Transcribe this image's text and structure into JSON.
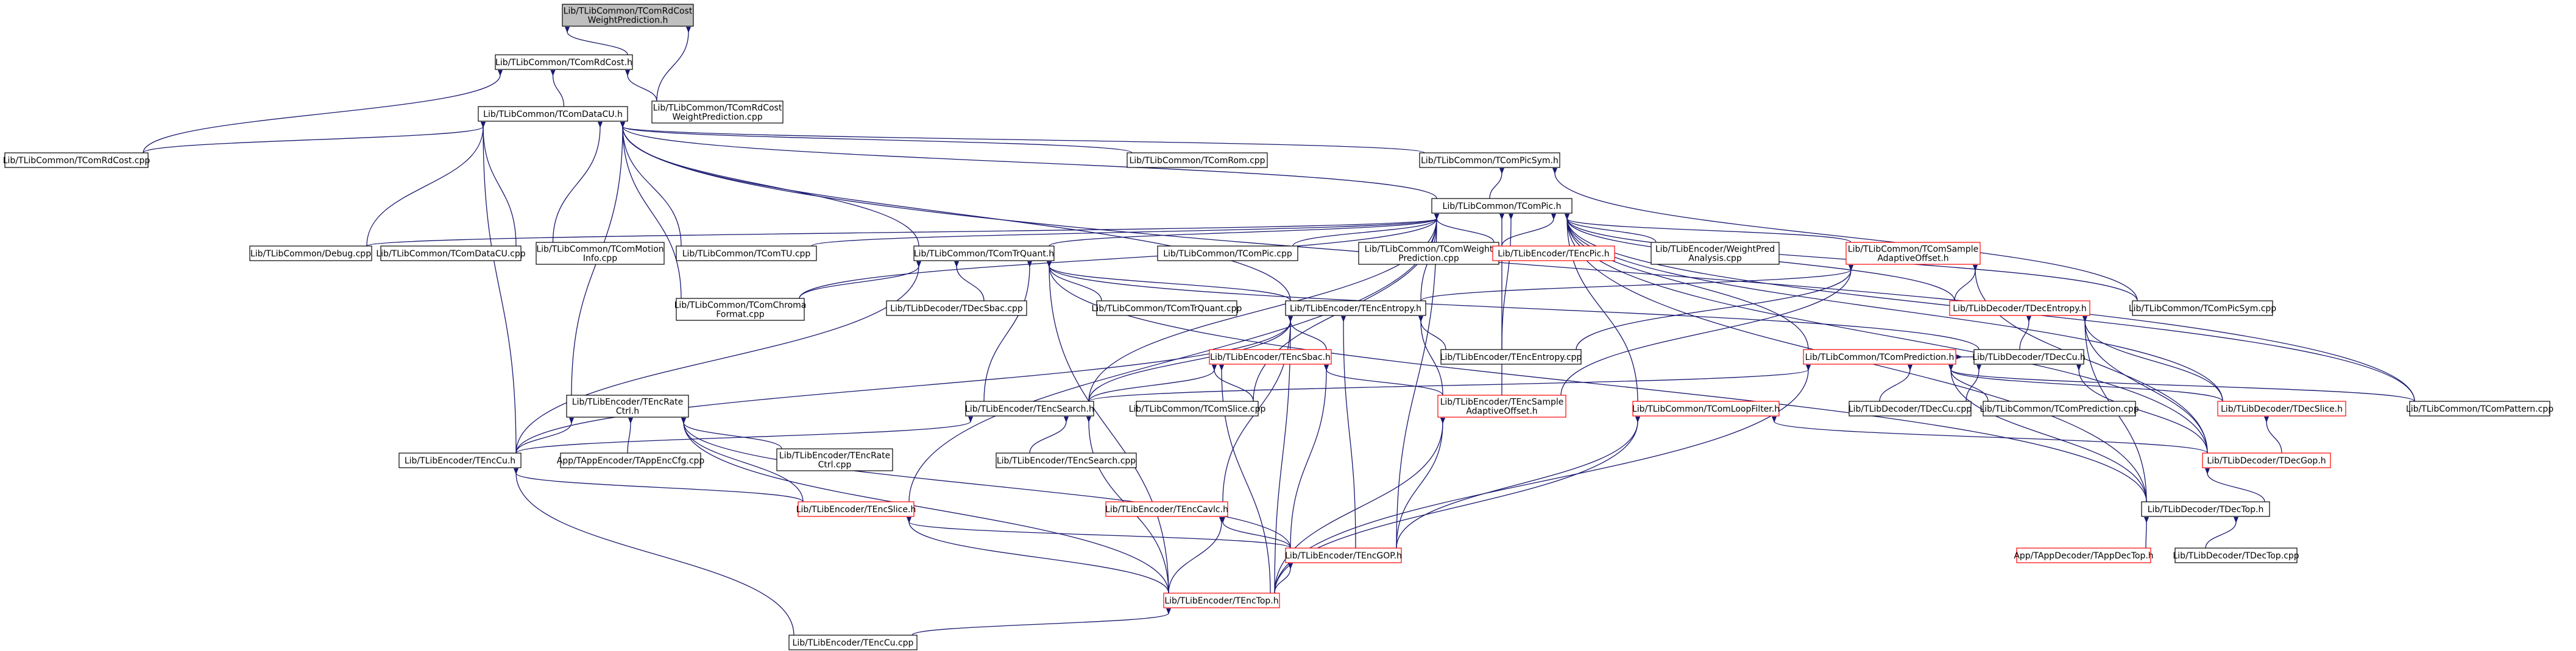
{
  "nodes": {
    "n0": {
      "lines": [
        "Lib/TLibCommon/TComRdCost",
        "WeightPrediction.h"
      ],
      "style": "root"
    },
    "n1": {
      "lines": [
        "Lib/TLibCommon/TComRdCost.h"
      ],
      "style": "plain"
    },
    "n2": {
      "lines": [
        "Lib/TLibCommon/TComDataCU.h"
      ],
      "style": "plain"
    },
    "n3": {
      "lines": [
        "Lib/TLibCommon/TComRdCost",
        "WeightPrediction.cpp"
      ],
      "style": "plain"
    },
    "n4": {
      "lines": [
        "Lib/TLibCommon/TComRdCost.cpp"
      ],
      "style": "plain"
    },
    "n5": {
      "lines": [
        "Lib/TLibCommon/TComRom.cpp"
      ],
      "style": "plain"
    },
    "n6": {
      "lines": [
        "Lib/TLibCommon/TComPicSym.h"
      ],
      "style": "plain"
    },
    "n7": {
      "lines": [
        "Lib/TLibCommon/TComPic.h"
      ],
      "style": "plain"
    },
    "n8": {
      "lines": [
        "Lib/TLibCommon/Debug.cpp"
      ],
      "style": "plain"
    },
    "n9": {
      "lines": [
        "Lib/TLibCommon/TComDataCU.cpp"
      ],
      "style": "plain"
    },
    "n10": {
      "lines": [
        "Lib/TLibCommon/TComMotion",
        "Info.cpp"
      ],
      "style": "plain"
    },
    "n11": {
      "lines": [
        "Lib/TLibCommon/TComTU.cpp"
      ],
      "style": "plain"
    },
    "n12": {
      "lines": [
        "Lib/TLibCommon/TComTrQuant.h"
      ],
      "style": "plain"
    },
    "n13": {
      "lines": [
        "Lib/TLibCommon/TComPic.cpp"
      ],
      "style": "plain"
    },
    "n14": {
      "lines": [
        "Lib/TLibCommon/TComWeight",
        "Prediction.cpp"
      ],
      "style": "plain"
    },
    "n15": {
      "lines": [
        "Lib/TLibEncoder/TEncPic.h"
      ],
      "style": "red"
    },
    "n16": {
      "lines": [
        "Lib/TLibEncoder/WeightPred",
        "Analysis.cpp"
      ],
      "style": "plain"
    },
    "n17": {
      "lines": [
        "Lib/TLibCommon/TComSample",
        "AdaptiveOffset.h"
      ],
      "style": "red"
    },
    "n18": {
      "lines": [
        "Lib/TLibCommon/TComChroma",
        "Format.cpp"
      ],
      "style": "plain"
    },
    "n19": {
      "lines": [
        "Lib/TLibDecoder/TDecSbac.cpp"
      ],
      "style": "plain"
    },
    "n20": {
      "lines": [
        "Lib/TLibCommon/TComTrQuant.cpp"
      ],
      "style": "plain"
    },
    "n21": {
      "lines": [
        "Lib/TLibEncoder/TEncEntropy.h"
      ],
      "style": "plain"
    },
    "n22": {
      "lines": [
        "Lib/TLibDecoder/TDecEntropy.h"
      ],
      "style": "red"
    },
    "n23": {
      "lines": [
        "Lib/TLibCommon/TComPicSym.cpp"
      ],
      "style": "plain"
    },
    "n24": {
      "lines": [
        "Lib/TLibEncoder/TEncSbac.h"
      ],
      "style": "red"
    },
    "n25": {
      "lines": [
        "Lib/TLibEncoder/TEncEntropy.cpp"
      ],
      "style": "plain"
    },
    "n26": {
      "lines": [
        "Lib/TLibCommon/TComPrediction.h"
      ],
      "style": "red"
    },
    "n27": {
      "lines": [
        "Lib/TLibDecoder/TDecCu.h"
      ],
      "style": "plain"
    },
    "n28": {
      "lines": [
        "Lib/TLibEncoder/TEncRate",
        "Ctrl.h"
      ],
      "style": "plain"
    },
    "n29": {
      "lines": [
        "Lib/TLibEncoder/TEncSearch.h"
      ],
      "style": "plain"
    },
    "n30": {
      "lines": [
        "Lib/TLibCommon/TComSlice.cpp"
      ],
      "style": "plain"
    },
    "n31": {
      "lines": [
        "Lib/TLibEncoder/TEncSample",
        "AdaptiveOffset.h"
      ],
      "style": "red"
    },
    "n32": {
      "lines": [
        "Lib/TLibCommon/TComLoopFilter.h"
      ],
      "style": "red"
    },
    "n33": {
      "lines": [
        "Lib/TLibDecoder/TDecCu.cpp"
      ],
      "style": "plain"
    },
    "n34": {
      "lines": [
        "Lib/TLibCommon/TComPrediction.cpp"
      ],
      "style": "plain"
    },
    "n35": {
      "lines": [
        "Lib/TLibDecoder/TDecSlice.h"
      ],
      "style": "red"
    },
    "n36": {
      "lines": [
        "Lib/TLibCommon/TComPattern.cpp"
      ],
      "style": "plain"
    },
    "n37": {
      "lines": [
        "Lib/TLibEncoder/TEncCu.h"
      ],
      "style": "plain"
    },
    "n38": {
      "lines": [
        "App/TAppEncoder/TAppEncCfg.cpp"
      ],
      "style": "plain"
    },
    "n39": {
      "lines": [
        "Lib/TLibEncoder/TEncRate",
        "Ctrl.cpp"
      ],
      "style": "plain"
    },
    "n40": {
      "lines": [
        "Lib/TLibEncoder/TEncSearch.cpp"
      ],
      "style": "plain"
    },
    "n41": {
      "lines": [
        "Lib/TLibDecoder/TDecGop.h"
      ],
      "style": "red"
    },
    "n42": {
      "lines": [
        "Lib/TLibEncoder/TEncSlice.h"
      ],
      "style": "red"
    },
    "n43": {
      "lines": [
        "Lib/TLibEncoder/TEncCavlc.h"
      ],
      "style": "red"
    },
    "n44": {
      "lines": [
        "Lib/TLibDecoder/TDecTop.h"
      ],
      "style": "plain"
    },
    "n45": {
      "lines": [
        "Lib/TLibEncoder/TEncGOP.h"
      ],
      "style": "red"
    },
    "n46": {
      "lines": [
        "App/TAppDecoder/TAppDecTop.h"
      ],
      "style": "red"
    },
    "n47": {
      "lines": [
        "Lib/TLibDecoder/TDecTop.cpp"
      ],
      "style": "plain"
    },
    "n48": {
      "lines": [
        "Lib/TLibEncoder/TEncTop.h"
      ],
      "style": "red"
    },
    "n49": {
      "lines": [
        "Lib/TLibEncoder/TEncCu.cpp"
      ],
      "style": "plain"
    }
  },
  "edges": [
    [
      "n0",
      "n1"
    ],
    [
      "n0",
      "n3"
    ],
    [
      "n1",
      "n2"
    ],
    [
      "n1",
      "n3"
    ],
    [
      "n1",
      "n4"
    ],
    [
      "n2",
      "n4"
    ],
    [
      "n2",
      "n5"
    ],
    [
      "n2",
      "n6"
    ],
    [
      "n2",
      "n7"
    ],
    [
      "n2",
      "n8"
    ],
    [
      "n2",
      "n9"
    ],
    [
      "n2",
      "n10"
    ],
    [
      "n2",
      "n11"
    ],
    [
      "n2",
      "n12"
    ],
    [
      "n2",
      "n18"
    ],
    [
      "n2",
      "n21"
    ],
    [
      "n2",
      "n28"
    ],
    [
      "n2",
      "n37"
    ],
    [
      "n2",
      "n36"
    ],
    [
      "n6",
      "n7"
    ],
    [
      "n6",
      "n23"
    ],
    [
      "n7",
      "n8"
    ],
    [
      "n7",
      "n11"
    ],
    [
      "n7",
      "n12"
    ],
    [
      "n7",
      "n13"
    ],
    [
      "n7",
      "n14"
    ],
    [
      "n7",
      "n15"
    ],
    [
      "n7",
      "n16"
    ],
    [
      "n7",
      "n17"
    ],
    [
      "n7",
      "n18"
    ],
    [
      "n7",
      "n21"
    ],
    [
      "n7",
      "n22"
    ],
    [
      "n7",
      "n23"
    ],
    [
      "n7",
      "n25"
    ],
    [
      "n7",
      "n26"
    ],
    [
      "n7",
      "n29"
    ],
    [
      "n7",
      "n30"
    ],
    [
      "n7",
      "n31"
    ],
    [
      "n7",
      "n32"
    ],
    [
      "n7",
      "n35"
    ],
    [
      "n7",
      "n36"
    ],
    [
      "n7",
      "n41"
    ],
    [
      "n7",
      "n42"
    ],
    [
      "n7",
      "n44"
    ],
    [
      "n7",
      "n45"
    ],
    [
      "n12",
      "n18"
    ],
    [
      "n12",
      "n19"
    ],
    [
      "n12",
      "n20"
    ],
    [
      "n12",
      "n21"
    ],
    [
      "n12",
      "n27"
    ],
    [
      "n12",
      "n29"
    ],
    [
      "n12",
      "n37"
    ],
    [
      "n12",
      "n48"
    ],
    [
      "n12",
      "n44"
    ],
    [
      "n17",
      "n21"
    ],
    [
      "n17",
      "n22"
    ],
    [
      "n17",
      "n31"
    ],
    [
      "n17",
      "n41"
    ],
    [
      "n17",
      "n25"
    ],
    [
      "n21",
      "n24"
    ],
    [
      "n21",
      "n25"
    ],
    [
      "n21",
      "n29"
    ],
    [
      "n21",
      "n31"
    ],
    [
      "n21",
      "n43"
    ],
    [
      "n21",
      "n45"
    ],
    [
      "n21",
      "n48"
    ],
    [
      "n21",
      "n37"
    ],
    [
      "n22",
      "n27"
    ],
    [
      "n22",
      "n35"
    ],
    [
      "n22",
      "n41"
    ],
    [
      "n22",
      "n44"
    ],
    [
      "n24",
      "n29"
    ],
    [
      "n24",
      "n30"
    ],
    [
      "n24",
      "n31"
    ],
    [
      "n24",
      "n45"
    ],
    [
      "n24",
      "n48"
    ],
    [
      "n26",
      "n27"
    ],
    [
      "n26",
      "n29"
    ],
    [
      "n26",
      "n33"
    ],
    [
      "n26",
      "n34"
    ],
    [
      "n26",
      "n35"
    ],
    [
      "n26",
      "n36"
    ],
    [
      "n26",
      "n44"
    ],
    [
      "n26",
      "n48"
    ],
    [
      "n27",
      "n33"
    ],
    [
      "n27",
      "n41"
    ],
    [
      "n28",
      "n37"
    ],
    [
      "n28",
      "n38"
    ],
    [
      "n28",
      "n39"
    ],
    [
      "n28",
      "n42"
    ],
    [
      "n28",
      "n45"
    ],
    [
      "n28",
      "n48"
    ],
    [
      "n29",
      "n37"
    ],
    [
      "n29",
      "n40"
    ],
    [
      "n29",
      "n48"
    ],
    [
      "n31",
      "n45"
    ],
    [
      "n31",
      "n48"
    ],
    [
      "n32",
      "n41"
    ],
    [
      "n32",
      "n45"
    ],
    [
      "n32",
      "n48"
    ],
    [
      "n35",
      "n41"
    ],
    [
      "n37",
      "n42"
    ],
    [
      "n37",
      "n49"
    ],
    [
      "n41",
      "n44"
    ],
    [
      "n42",
      "n45"
    ],
    [
      "n42",
      "n48"
    ],
    [
      "n43",
      "n45"
    ],
    [
      "n43",
      "n48"
    ],
    [
      "n44",
      "n46"
    ],
    [
      "n44",
      "n47"
    ],
    [
      "n45",
      "n48"
    ],
    [
      "n48",
      "n49"
    ]
  ]
}
